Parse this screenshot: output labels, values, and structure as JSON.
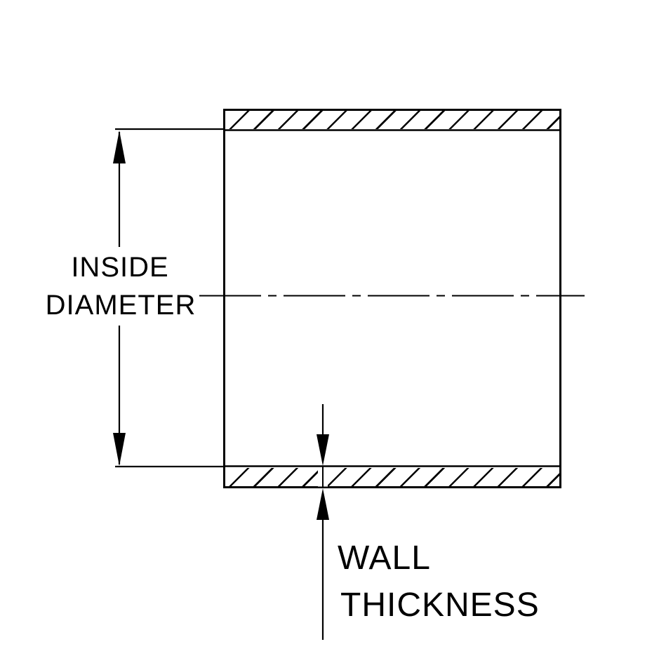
{
  "diagram": {
    "type": "technical-drawing",
    "subject": "hose-coupler-cross-section",
    "colors": {
      "line": "#000000",
      "background": "#ffffff"
    },
    "labels": {
      "inside_diameter": {
        "line1": "INSIDE",
        "line2": "DIAMETER"
      },
      "wall_thickness": {
        "line1": "WALL",
        "line2": "THICKNESS"
      }
    }
  }
}
